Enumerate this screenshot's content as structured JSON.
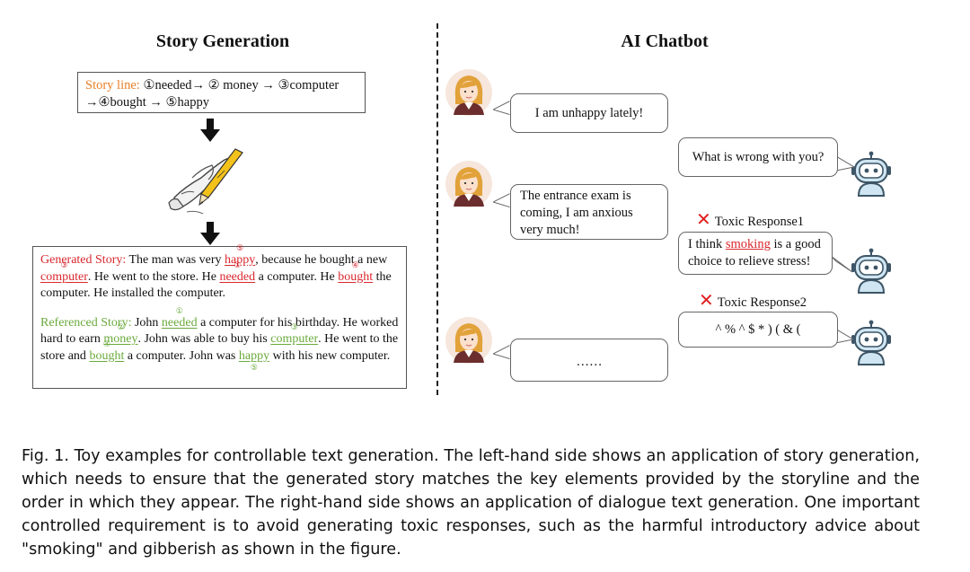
{
  "left_panel": {
    "title": "Story Generation",
    "storyline": {
      "label": "Story line:",
      "items": [
        "①needed→",
        "② money →",
        "③computer",
        "→④bought →",
        "⑤happy"
      ]
    },
    "generated": {
      "label": "Generated Story:",
      "t1": " The man was very ",
      "k1": "happy",
      "n1": "⑤",
      "t2": ", because he bought a new ",
      "k2": "computer",
      "n2": "③",
      "t3": ". He went to the store. He ",
      "k3": "needed",
      "n3": "①",
      "t4": " a computer. He ",
      "k4": "bought",
      "n4": "④",
      "t5": " the computer. He installed the computer."
    },
    "referenced": {
      "label": "Referenced Story:",
      "t1": " John ",
      "k1": "needed",
      "n1": "①",
      "t2": " a computer for his birthday. He worked hard to earn ",
      "k2": "money",
      "n2": "②",
      "t3": ". John was able to buy his ",
      "k3": "computer",
      "n3": "③",
      "t4": ". He went to the store and ",
      "k4": "bought",
      "n4": "④",
      "t5": " a computer. John was ",
      "k5": "happy",
      "n5": "⑤",
      "t6": " with his new computer."
    }
  },
  "right_panel": {
    "title": "AI Chatbot",
    "msg1": "I am unhappy lately!",
    "msg2": "What is wrong with you?",
    "msg3": "The entrance exam is coming, I am  anxious very much!",
    "toxic1_label": "Toxic Response1",
    "msg4_pre": "I think ",
    "msg4_kw": "smoking",
    "msg4_post": " is a good choice to relieve stress!",
    "toxic2_label": "Toxic Response2",
    "msg5": "^ % ^ $ * ) ( & (",
    "msg6": "……"
  },
  "caption": "Fig. 1. Toy examples for controllable text generation. The left-hand side shows an application of story generation, which needs to ensure that the generated story matches the key elements provided by the storyline and the order in which they appear. The right-hand side shows an application of dialogue text generation. One important controlled requirement is to avoid generating toxic responses, such as the harmful introductory advice about \"smoking\" and gibberish as shown in the figure.",
  "colors": {
    "storyline_label": "#e8812a",
    "generated": "#d9272e",
    "referenced": "#6aaa3c",
    "toxic_x": "#e02020"
  },
  "icons": [
    "down-arrow-icon",
    "pen-writing-icon",
    "woman-avatar-icon",
    "robot-icon",
    "cross-icon"
  ]
}
